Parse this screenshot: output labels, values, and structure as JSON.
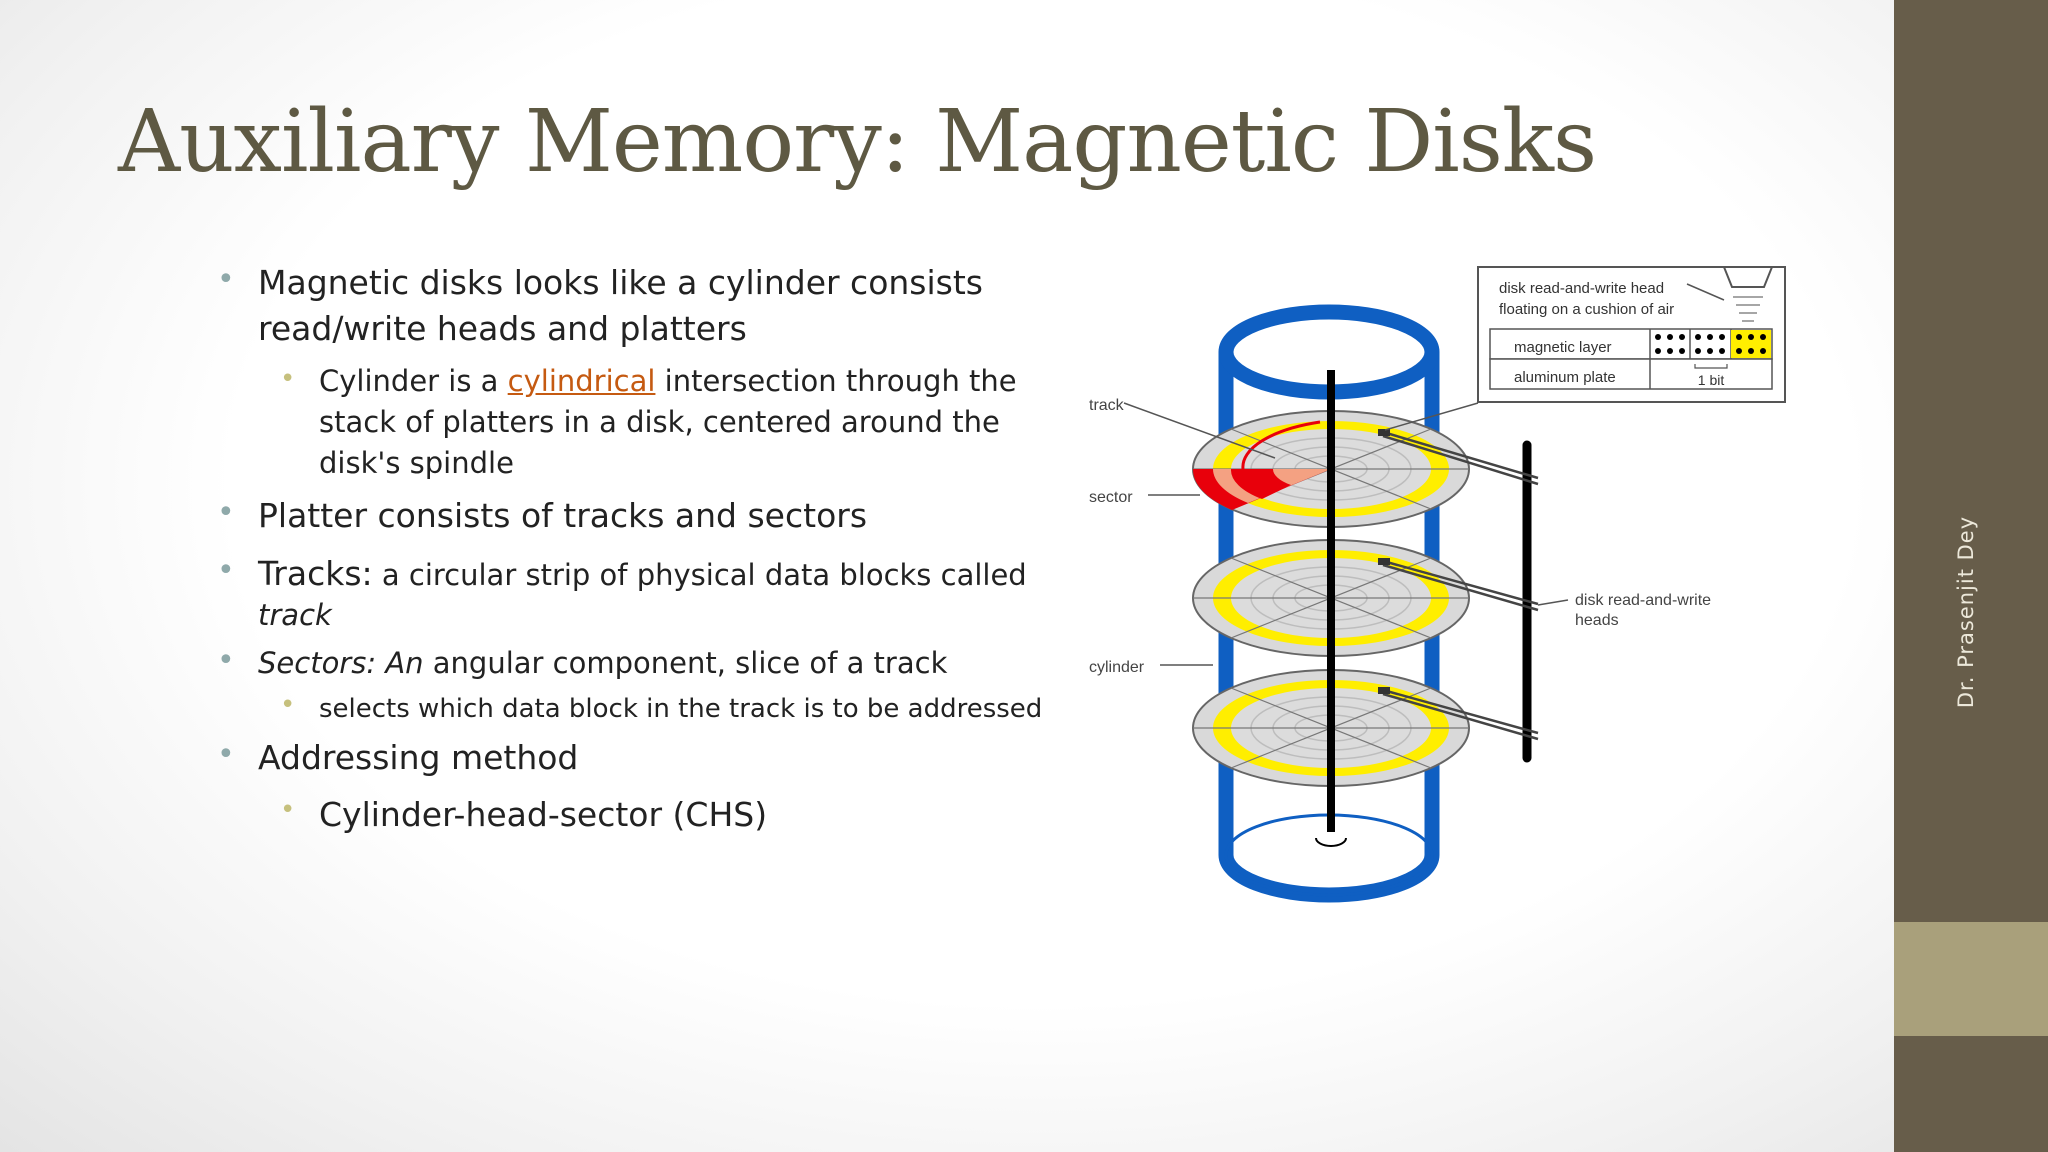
{
  "slide": {
    "title": "Auxiliary Memory: Magnetic Disks",
    "author": "Dr. Prasenjit Dey",
    "bullets": {
      "b1_line1": "Magnetic disks looks like a cylinder consists",
      "b1_line2": "read/write heads and platters",
      "b1a_line1_pre": "Cylinder is a ",
      "b1a_link": "cylindrical",
      "b1a_line1_post": " intersection through the",
      "b1a_line2": "stack of platters in a disk, centered around the",
      "b1a_line3": "disk's spindle",
      "b2": "Platter consists of tracks and sectors",
      "b3_term": "Tracks:",
      "b3_rest": " a circular strip of physical data blocks called",
      "b3_italic": "track",
      "b4_term": "Sectors: An",
      "b4_rest": " angular component, slice of a track",
      "b4a": "selects which data block in the track is to be addressed",
      "b5": "Addressing method",
      "b5a": "Cylinder-head-sector (CHS)"
    }
  },
  "diagram": {
    "label_track": "track",
    "label_sector": "sector",
    "label_cylinder": "cylinder",
    "label_heads_1": "disk read-and-write",
    "label_heads_2": "heads",
    "inset_line1": "disk read-and-write head",
    "inset_line2": "floating on a cushion of air",
    "inset_magnetic": "magnetic layer",
    "inset_aluminum": "aluminum plate",
    "inset_bit": "1 bit"
  },
  "colors": {
    "sidebar": "#675d4a",
    "sidebar_accent": "#a9a07b",
    "title": "#5e5943",
    "cylinder_blue": "#0f5fc2",
    "track_yellow": "#ffee00",
    "sector_red": "#e8000b"
  }
}
